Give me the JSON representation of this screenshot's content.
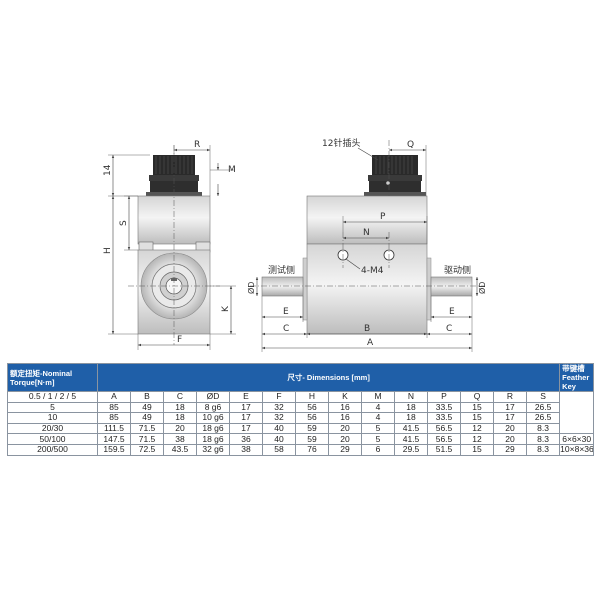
{
  "drawing": {
    "dim_labels": {
      "R": "R",
      "M": "M",
      "fourteen": "14",
      "S": "S",
      "H": "H",
      "K": "K",
      "F": "F",
      "Q": "Q",
      "P": "P",
      "N": "N",
      "E": "E",
      "C": "C",
      "B": "B",
      "A": "A",
      "phiD": "ØD",
      "holes": "4-M4"
    },
    "connector_label": "12针插头",
    "test_side_label": "测试侧",
    "drive_side_label": "驱动侧"
  },
  "table": {
    "header_torque": "额定扭矩-Nominal Torque[N·m]",
    "header_dimensions": "尺寸- Dimensions [mm]",
    "header_key": "带键槽 Feather Key",
    "columns": [
      "A",
      "B",
      "C",
      "ØD",
      "E",
      "F",
      "H",
      "K",
      "M",
      "N",
      "P",
      "Q",
      "R",
      "S"
    ],
    "rows": [
      {
        "torque": "0.5 / 1 / 2 / 5",
        "values": [
          "",
          "",
          "",
          "",
          "",
          "",
          "",
          "",
          "",
          "",
          "",
          "",
          "",
          ""
        ]
      },
      {
        "torque": "5",
        "values": [
          "85",
          "49",
          "18",
          "8 g6",
          "17",
          "32",
          "56",
          "16",
          "4",
          "18",
          "33.5",
          "15",
          "17",
          "26.5"
        ]
      },
      {
        "torque": "10",
        "values": [
          "85",
          "49",
          "18",
          "10 g6",
          "17",
          "32",
          "56",
          "16",
          "4",
          "18",
          "33.5",
          "15",
          "17",
          "26.5"
        ]
      },
      {
        "torque": "20/30",
        "values": [
          "111.5",
          "71.5",
          "20",
          "18 g6",
          "17",
          "40",
          "59",
          "20",
          "5",
          "41.5",
          "56.5",
          "12",
          "20",
          "8.3"
        ]
      },
      {
        "torque": "50/100",
        "values": [
          "147.5",
          "71.5",
          "38",
          "18 g6",
          "36",
          "40",
          "59",
          "20",
          "5",
          "41.5",
          "56.5",
          "12",
          "20",
          "8.3"
        ]
      },
      {
        "torque": "200/500",
        "values": [
          "159.5",
          "72.5",
          "43.5",
          "32 g6",
          "38",
          "58",
          "76",
          "29",
          "6",
          "29.5",
          "51.5",
          "15",
          "29",
          "8.3"
        ]
      }
    ],
    "key_values": [
      "",
      "",
      "",
      "",
      "6×6×30",
      "10×8×36"
    ]
  }
}
